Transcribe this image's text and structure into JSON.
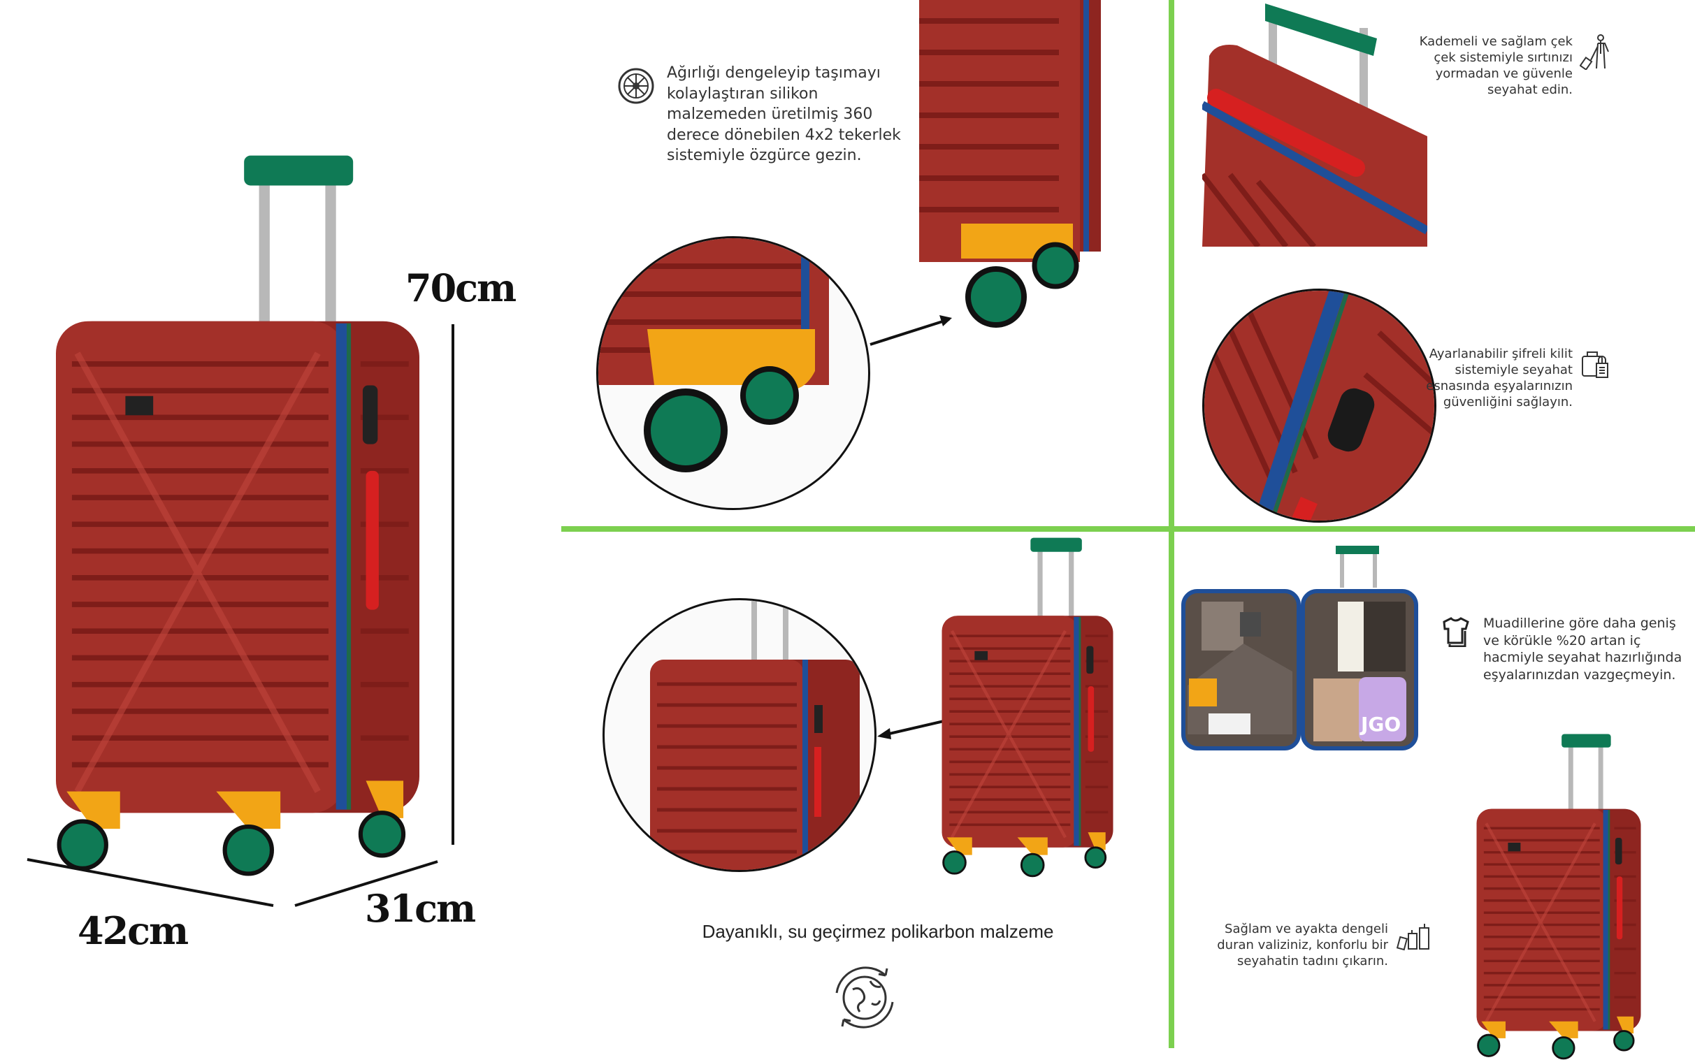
{
  "dimensions": {
    "height": "70cm",
    "width": "42cm",
    "depth": "31cm"
  },
  "wheels": {
    "icon": "wheel-icon",
    "text": "Ağırlığı dengeleyip taşımayı kolaylaştıran silikon malzemeden üretilmiş 360 derece dönebilen 4x2 tekerlek sistemiyle özgürce gezin."
  },
  "handle": {
    "icon": "person-pulling-suitcase-icon",
    "text": "Kademeli ve sağlam çek çek sistemiyle sırtınızı yormadan ve güvenle seyahat edin."
  },
  "lock": {
    "icon": "suitcase-lock-icon",
    "text": "Ayarlanabilir şifreli kilit sistemiyle seyahat esnasında eşyalarınızın güvenliğini sağlayın."
  },
  "material": {
    "icon": "globe-recycle-icon",
    "text": "Dayanıklı, su geçirmez polikarbon malzeme"
  },
  "capacity": {
    "icon": "shirt-icon",
    "text": "Muadillerine göre daha geniş ve körükle %20 artan iç hacmiyle seyahat hazırlığında eşyalarınızdan vazgeçmeyin."
  },
  "stability": {
    "icon": "suitcases-icon",
    "text": "Sağlam ve ayakta dengeli duran valiziniz, konforlu bir seyahatin tadını çıkarın."
  },
  "colors": {
    "body": "#a33029",
    "seam": "#1f4f99",
    "handle": "#0f7a55",
    "wheel_cap": "#f2a516",
    "divider": "#7cd04f"
  }
}
